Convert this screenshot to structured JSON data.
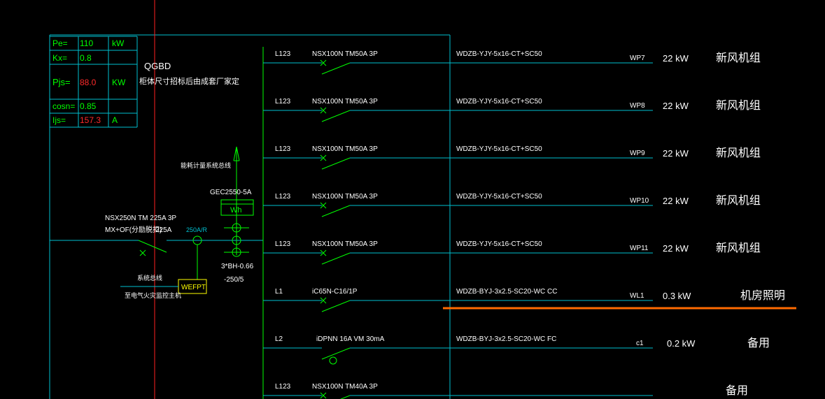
{
  "colors": {
    "background": "#000000",
    "frame": "#00bfcf",
    "bus": "#00ff00",
    "text": "#ffffff",
    "param_value": "#ff2a2a",
    "param_label": "#00ff00",
    "guide_line": "#ff2020",
    "highlight_line": "#ff6a00"
  },
  "params": {
    "rows": [
      {
        "label": "Pe=",
        "value": "110",
        "unit": "kW"
      },
      {
        "label": "Kx=",
        "value": "0.8",
        "unit": ""
      },
      {
        "label": "Pjs=",
        "value": "88.0",
        "unit": "KW"
      },
      {
        "label": "cosn=",
        "value": "0.85",
        "unit": ""
      },
      {
        "label": "Ijs=",
        "value": "157.3",
        "unit": "A"
      }
    ]
  },
  "panel": {
    "name": "QGBD",
    "note": "柜体尺寸招标后由成套厂家定"
  },
  "incoming": {
    "metering_label": "能耗计量系统总线",
    "meter_model": "GEC2550-5A",
    "meter_symbol": "Wh",
    "breaker_model": "NSX250N TM 225A 3P",
    "breaker_accessory": "MX+OF(分励脱扣)",
    "breaker_rating": "225A",
    "spd_label": "250A/R",
    "ct_label": "3*BH-0.66",
    "ct_ratio": "-250/5",
    "fire_bus_label": "系统总线",
    "fire_target": "至电气火灾监控主机",
    "fire_device": "WEFPT"
  },
  "circuits": [
    {
      "phase": "L123",
      "breaker": "NSX100N TM50A 3P",
      "cable": "WDZB-YJY-5x16-CT+SC50",
      "id": "WP7",
      "power": "22 kW",
      "load": "新风机组",
      "rcd": false
    },
    {
      "phase": "L123",
      "breaker": "NSX100N TM50A 3P",
      "cable": "WDZB-YJY-5x16-CT+SC50",
      "id": "WP8",
      "power": "22 kW",
      "load": "新风机组",
      "rcd": false
    },
    {
      "phase": "L123",
      "breaker": "NSX100N TM50A 3P",
      "cable": "WDZB-YJY-5x16-CT+SC50",
      "id": "WP9",
      "power": "22 kW",
      "load": "新风机组",
      "rcd": false
    },
    {
      "phase": "L123",
      "breaker": "NSX100N TM50A 3P",
      "cable": "WDZB-YJY-5x16-CT+SC50",
      "id": "WP10",
      "power": "22 kW",
      "load": "新风机组",
      "rcd": false
    },
    {
      "phase": "L123",
      "breaker": "NSX100N TM50A 3P",
      "cable": "WDZB-YJY-5x16-CT+SC50",
      "id": "WP11",
      "power": "22 kW",
      "load": "新风机组",
      "rcd": false
    },
    {
      "phase": "L1",
      "breaker": "iC65N-C16/1P",
      "cable": "WDZB-BYJ-3x2.5-SC20-WC  CC",
      "id": "WL1",
      "power": "0.3 kW",
      "load": "机房照明",
      "rcd": false
    },
    {
      "phase": "L2",
      "breaker": "iDPNN 16A VM 30mA",
      "cable": "WDZB-BYJ-3x2.5-SC20-WC  FC",
      "id": "c1",
      "power": "0.2 kW",
      "load": "备用",
      "rcd": true
    },
    {
      "phase": "L123",
      "breaker": "NSX100N TM40A 3P",
      "cable": "",
      "id": "",
      "power": "",
      "load": "备用",
      "rcd": false
    }
  ]
}
